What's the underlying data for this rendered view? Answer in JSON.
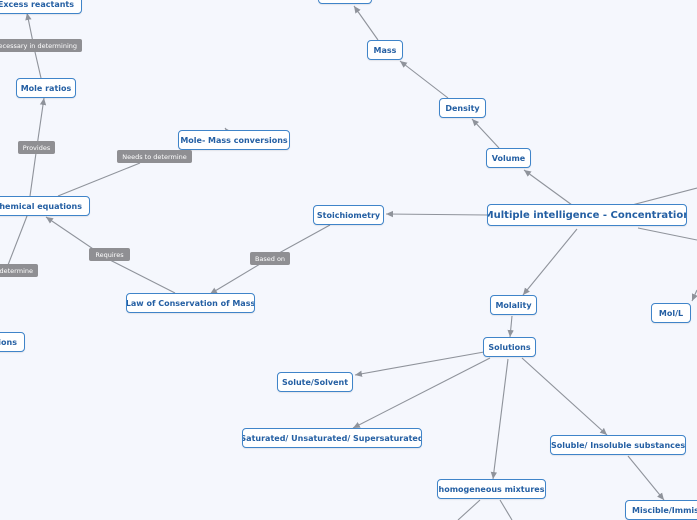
{
  "map": {
    "root": "Multiple intelligence - Concentration",
    "nodes": {
      "limiting_excess": "g/Excess reactants",
      "mole_ratios": "Mole ratios",
      "mole_mass": "Mole- Mass conversions",
      "chemical_equations": "e Chemical equations",
      "solutions_left": "ions",
      "stoichiometry": "Stoichiometry",
      "law_conservation": "Law of Conservation of Mass",
      "mass": "Mass",
      "density": "Density",
      "volume": "Volume",
      "molality": "Molality",
      "mol_l": "Mol/L",
      "solutions": "Solutions",
      "solute_solvent": "Solute/Solvent",
      "saturated": "Saturated/ Unsaturated/ Supersaturated",
      "soluble": "Soluble/ Insoluble substances",
      "homogeneous": "homogeneous mixtures",
      "miscible": "Miscible/Immisc"
    },
    "link_labels": {
      "necessary": "ecessary in determining",
      "provides": "Provides",
      "needs": "Needs to determine",
      "determine": "determine",
      "requires": "Requires",
      "based_on": "Based on"
    }
  },
  "colors": {
    "node_border": "#3f84c9",
    "node_text": "#245fa3",
    "label_bg": "#8f8f93",
    "line": "#8f939b",
    "background": "#f5f7fd"
  }
}
